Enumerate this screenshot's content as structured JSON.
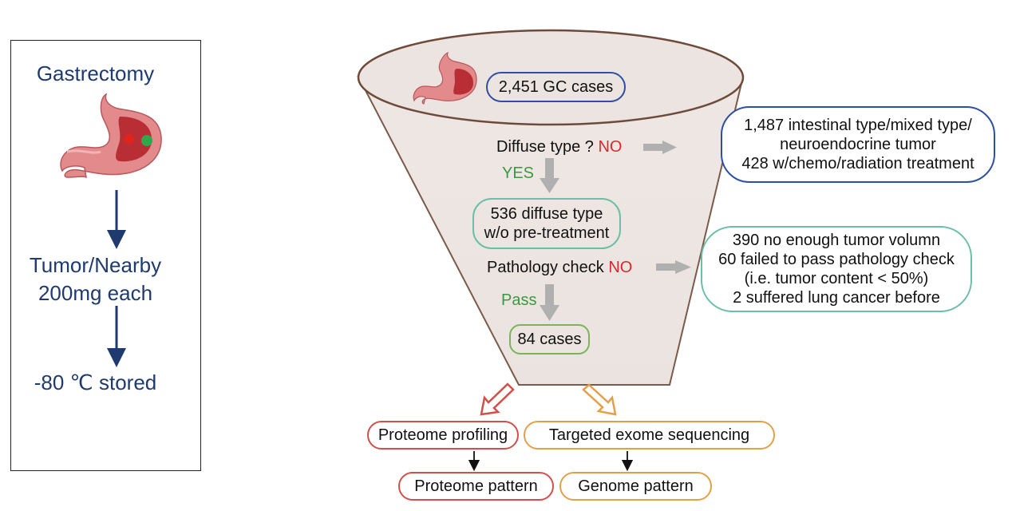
{
  "left_panel": {
    "title": "Gastrectomy",
    "sample_line1": "Tumor/Nearby",
    "sample_line2": "200mg each",
    "storage": "-80 ℃ stored"
  },
  "funnel": {
    "total_cases": "2,451 GC cases",
    "question": "Diffuse type ? ",
    "no_label": "NO",
    "yes_label": "YES",
    "diffuse_line1": "536 diffuse type",
    "diffuse_line2": "w/o pre-treatment",
    "pathology_question": "Pathology check ",
    "pass_label": "Pass",
    "final_cases": "84 cases"
  },
  "excluded_1": {
    "line1": "1,487 intestinal type/mixed type/",
    "line2": "neuroendocrine tumor",
    "line3": "428 w/chemo/radiation treatment"
  },
  "excluded_2": {
    "line1": "390 no enough tumor volumn",
    "line2": "60 failed to pass pathology check",
    "line3": "(i.e. tumor content < 50%)",
    "line4": "2 suffered lung cancer before"
  },
  "outputs": {
    "proteome_profiling": "Proteome profiling",
    "targeted_exome": "Targeted exome sequencing",
    "proteome_pattern": "Proteome pattern",
    "genome_pattern": "Genome pattern"
  },
  "colors": {
    "navy": "#1f3a6e",
    "blue_border": "#2e4fa3",
    "teal_border": "#6bbfa6",
    "green_border": "#7ab55c",
    "red_border": "#d0504a",
    "orange_border": "#e3a04a",
    "no_red": "#d8282c",
    "yes_green": "#3a9a3e",
    "gray_arrow": "#b0b0b0",
    "funnel_fill": "#eae2de"
  }
}
